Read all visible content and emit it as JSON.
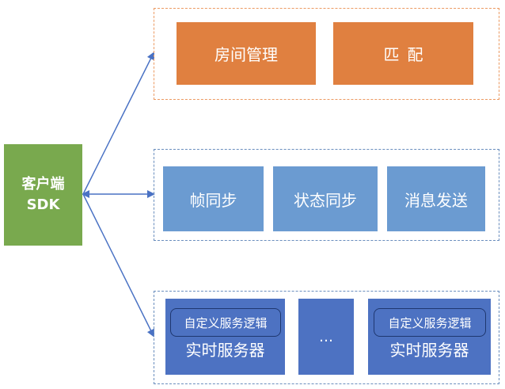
{
  "client": {
    "line1": "客户端",
    "line2": "SDK"
  },
  "group_top": {
    "room_management": "房间管理",
    "matching": "匹配"
  },
  "group_middle": {
    "frame_sync": "帧同步",
    "state_sync": "状态同步",
    "message_send": "消息发送"
  },
  "group_bottom": {
    "server_1": {
      "logic": "自定义服务逻辑",
      "label": "实时服务器"
    },
    "ellipsis": "…",
    "server_2": {
      "logic": "自定义服务逻辑",
      "label": "实时服务器"
    }
  },
  "colors": {
    "client": "#79a94e",
    "orange": "#e08040",
    "light_blue": "#6b9bd1",
    "dark_blue": "#4d72c2",
    "arrow": "#4a72c4"
  }
}
